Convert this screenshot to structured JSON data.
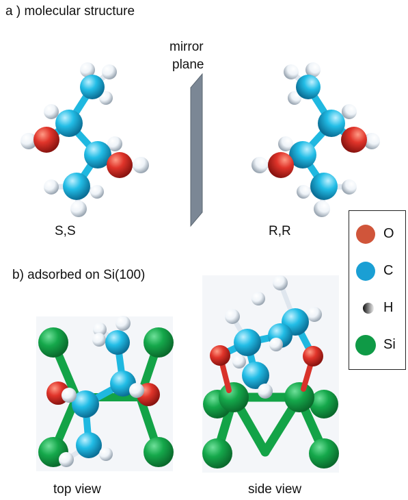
{
  "section_a": {
    "title": "a ) molecular structure"
  },
  "mirror": {
    "line1": "mirror",
    "line2": "plane"
  },
  "enantiomers": {
    "left": "S,S",
    "right": "R,R"
  },
  "section_b": {
    "title": "b) adsorbed on Si(100)"
  },
  "views": {
    "top": "top view",
    "side": "side view"
  },
  "legend": {
    "items": [
      {
        "label": "O",
        "color": "#d0553a"
      },
      {
        "label": "C",
        "color": "#1a9fd4"
      },
      {
        "label": "H",
        "color": "#cccccc"
      },
      {
        "label": "Si",
        "color": "#0f9a46"
      }
    ]
  },
  "colors": {
    "oxygen": "#cc2a20",
    "carbon": "#1fb8e0",
    "hydrogen": "#f2f6fa",
    "silicon": "#14a64a",
    "mirror_plane": "#7a8896"
  }
}
